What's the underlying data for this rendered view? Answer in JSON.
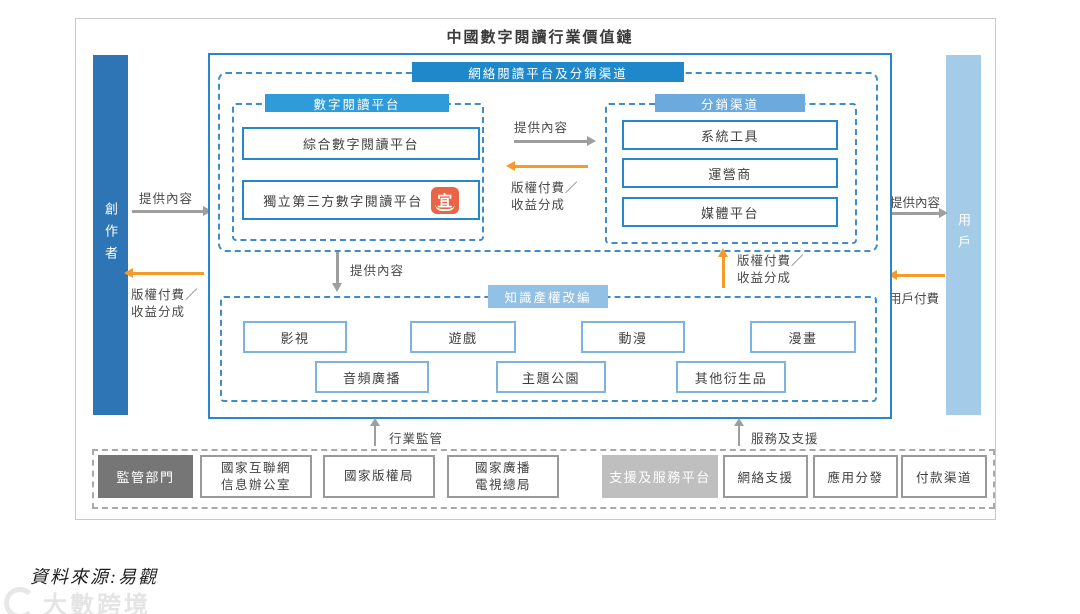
{
  "title": "中國數字閱讀行業價值鏈",
  "left_bar": {
    "label": "創作者"
  },
  "right_bar": {
    "label": "用戶"
  },
  "left_flows": {
    "provide": "提供內容",
    "pay_line1": "版權付費／",
    "pay_line2": "收益分成"
  },
  "right_flows": {
    "provide": "提供內容",
    "pay": "用戶付費"
  },
  "main": {
    "header": "網絡閱讀平台及分銷渠道",
    "reading_platform": {
      "header": "數字閱讀平台",
      "item1": "綜合數字閱讀平台",
      "item2": "獨立第三方數字閱讀平台",
      "logo_char": "宜"
    },
    "center_flows": {
      "provide": "提供內容",
      "pay_line1": "版權付費／",
      "pay_line2": "收益分成"
    },
    "distribution": {
      "header": "分銷渠道",
      "items": [
        "系統工具",
        "運營商",
        "媒體平台"
      ]
    },
    "flow_down": {
      "label": "提供內容"
    },
    "flow_up": {
      "line1": "版權付費／",
      "line2": "收益分成"
    },
    "ip": {
      "header": "知識產權改編",
      "row1": [
        "影視",
        "遊戲",
        "動漫",
        "漫畫"
      ],
      "row2": [
        "音頻廣播",
        "主題公園",
        "其他衍生品"
      ]
    }
  },
  "bottom": {
    "regulation_flow": "行業監管",
    "service_flow": "服務及支援",
    "regulator_group_label": "監管部門",
    "regulators": [
      {
        "l1": "國家互聯網",
        "l2": "信息辦公室"
      },
      {
        "l1": "國家版權局",
        "l2": ""
      },
      {
        "l1": "國家廣播",
        "l2": "電視總局"
      }
    ],
    "service_group_label": "支援及服務平台",
    "services": [
      "網絡支援",
      "應用分發",
      "付款渠道"
    ]
  },
  "source": "資料來源:易觀",
  "watermark": "大數跨境",
  "colors": {
    "primary_blue": "#2787c8",
    "header_band_blue": "#1f88ca",
    "reading_band_blue": "#2f9cd9",
    "distribution_band_blue": "#6ca9dc",
    "ip_band_blue": "#93c0e5",
    "creator_bar_blue": "#2e75b6",
    "user_bar_blue": "#a4cce9",
    "flow_orange": "#f59b2a",
    "logo_orange": "#ea6545",
    "regulator_dark_gray": "#767676",
    "service_light_gray": "#bfbfbf"
  }
}
